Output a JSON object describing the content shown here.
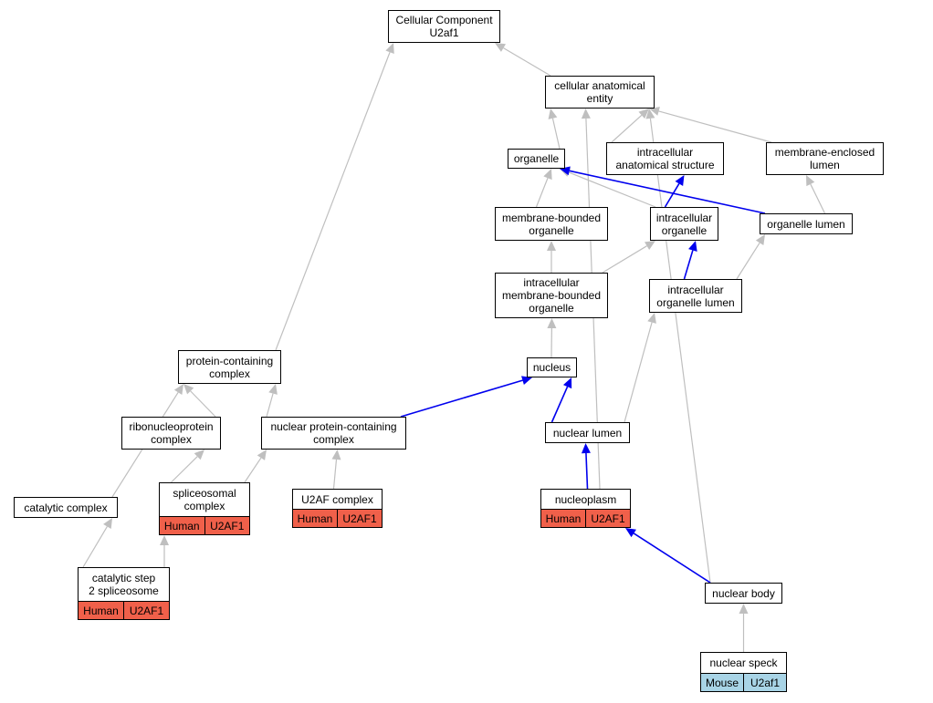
{
  "graph": {
    "nodes": [
      {
        "id": "cc",
        "label": "Cellular Component\nU2af1"
      },
      {
        "id": "cae",
        "label": "cellular anatomical\nentity"
      },
      {
        "id": "organelle",
        "label": "organelle"
      },
      {
        "id": "ias",
        "label": "intracellular\nanatomical structure"
      },
      {
        "id": "mel",
        "label": "membrane-enclosed\nlumen"
      },
      {
        "id": "mbo",
        "label": "membrane-bounded\norganelle"
      },
      {
        "id": "io",
        "label": "intracellular\norganelle"
      },
      {
        "id": "ol",
        "label": "organelle lumen"
      },
      {
        "id": "imbo",
        "label": "intracellular\nmembrane-bounded\norganelle"
      },
      {
        "id": "iol",
        "label": "intracellular\norganelle lumen"
      },
      {
        "id": "pcc",
        "label": "protein-containing\ncomplex"
      },
      {
        "id": "nucleus",
        "label": "nucleus"
      },
      {
        "id": "rnp",
        "label": "ribonucleoprotein\ncomplex"
      },
      {
        "id": "npcc",
        "label": "nuclear protein-containing\ncomplex"
      },
      {
        "id": "nlumen",
        "label": "nuclear lumen"
      },
      {
        "id": "catc",
        "label": "catalytic complex"
      },
      {
        "id": "splc",
        "label": "spliceosomal\ncomplex",
        "tags": [
          "Human",
          "U2AF1"
        ],
        "tag_color": "#f0604a"
      },
      {
        "id": "u2af",
        "label": "U2AF complex",
        "tags": [
          "Human",
          "U2AF1"
        ],
        "tag_color": "#f0604a"
      },
      {
        "id": "nplasm",
        "label": "nucleoplasm",
        "tags": [
          "Human",
          "U2AF1"
        ],
        "tag_color": "#f0604a"
      },
      {
        "id": "cs2",
        "label": "catalytic step\n2 spliceosome",
        "tags": [
          "Human",
          "U2AF1"
        ],
        "tag_color": "#f0604a"
      },
      {
        "id": "nbody",
        "label": "nuclear body"
      },
      {
        "id": "nspeck",
        "label": "nuclear speck",
        "tags": [
          "Mouse",
          "U2af1"
        ],
        "tag_color": "#a8d4e6"
      }
    ],
    "edges": [
      {
        "from": "cae",
        "to": "cc",
        "color": "#bfbfbf"
      },
      {
        "from": "pcc",
        "to": "cc",
        "color": "#bfbfbf"
      },
      {
        "from": "organelle",
        "to": "cae",
        "color": "#bfbfbf"
      },
      {
        "from": "ias",
        "to": "cae",
        "color": "#bfbfbf"
      },
      {
        "from": "mel",
        "to": "cae",
        "color": "#bfbfbf"
      },
      {
        "from": "nplasm",
        "to": "cae",
        "color": "#bfbfbf"
      },
      {
        "from": "nbody",
        "to": "cae",
        "color": "#bfbfbf"
      },
      {
        "from": "mbo",
        "to": "organelle",
        "color": "#bfbfbf"
      },
      {
        "from": "io",
        "to": "organelle",
        "color": "#bfbfbf"
      },
      {
        "from": "ol",
        "to": "organelle",
        "color": "#0000ee"
      },
      {
        "from": "io",
        "to": "ias",
        "color": "#0000ee"
      },
      {
        "from": "ol",
        "to": "mel",
        "color": "#bfbfbf"
      },
      {
        "from": "imbo",
        "to": "mbo",
        "color": "#bfbfbf"
      },
      {
        "from": "imbo",
        "to": "io",
        "color": "#bfbfbf"
      },
      {
        "from": "iol",
        "to": "io",
        "color": "#0000ee"
      },
      {
        "from": "iol",
        "to": "ol",
        "color": "#bfbfbf"
      },
      {
        "from": "nucleus",
        "to": "imbo",
        "color": "#bfbfbf"
      },
      {
        "from": "npcc",
        "to": "nucleus",
        "color": "#0000ee"
      },
      {
        "from": "nlumen",
        "to": "nucleus",
        "color": "#0000ee"
      },
      {
        "from": "nlumen",
        "to": "iol",
        "color": "#bfbfbf"
      },
      {
        "from": "rnp",
        "to": "pcc",
        "color": "#bfbfbf"
      },
      {
        "from": "npcc",
        "to": "pcc",
        "color": "#bfbfbf"
      },
      {
        "from": "catc",
        "to": "pcc",
        "color": "#bfbfbf"
      },
      {
        "from": "splc",
        "to": "rnp",
        "color": "#bfbfbf"
      },
      {
        "from": "splc",
        "to": "npcc",
        "color": "#bfbfbf"
      },
      {
        "from": "u2af",
        "to": "npcc",
        "color": "#bfbfbf"
      },
      {
        "from": "nplasm",
        "to": "nlumen",
        "color": "#0000ee"
      },
      {
        "from": "cs2",
        "to": "catc",
        "color": "#bfbfbf"
      },
      {
        "from": "cs2",
        "to": "splc",
        "color": "#bfbfbf"
      },
      {
        "from": "nbody",
        "to": "nplasm",
        "color": "#0000ee"
      },
      {
        "from": "nspeck",
        "to": "nbody",
        "color": "#bfbfbf"
      }
    ]
  }
}
